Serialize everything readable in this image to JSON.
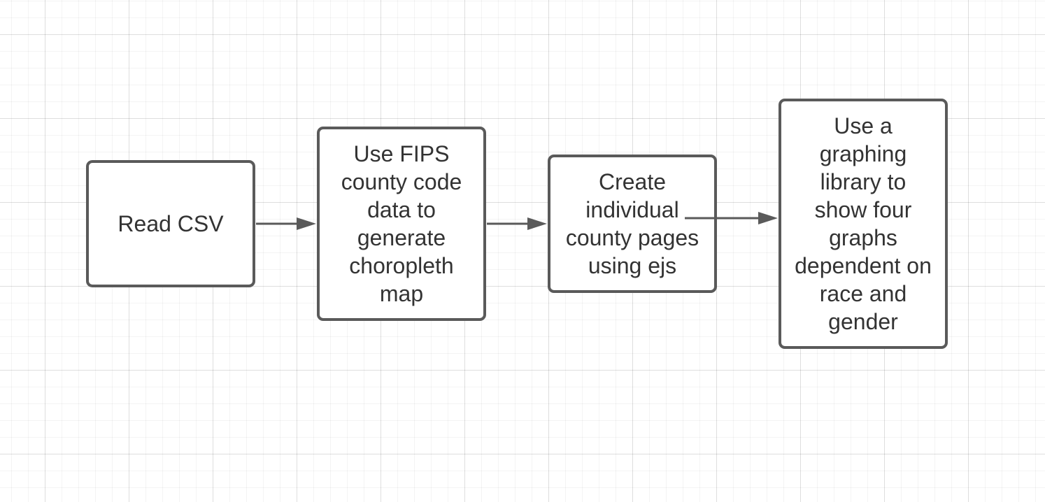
{
  "colors": {
    "stroke": "#5a5a5a",
    "text": "#333333",
    "background": "#ffffff",
    "grid": "#e0e0e0"
  },
  "nodes": [
    {
      "id": "read-csv",
      "label": "Read CSV"
    },
    {
      "id": "fips-map",
      "label": "Use FIPS\ncounty code\ndata to\ngenerate\nchoropleth\nmap"
    },
    {
      "id": "county-pages",
      "label": "Create\nindividual\ncounty pages\nusing ejs"
    },
    {
      "id": "graphs",
      "label": "Use a\ngraphing\nlibrary to\nshow four\ngraphs\ndependent on\nrace and\ngender"
    }
  ],
  "edges": [
    {
      "from": "read-csv",
      "to": "fips-map"
    },
    {
      "from": "fips-map",
      "to": "county-pages"
    },
    {
      "from": "county-pages",
      "to": "graphs"
    }
  ]
}
